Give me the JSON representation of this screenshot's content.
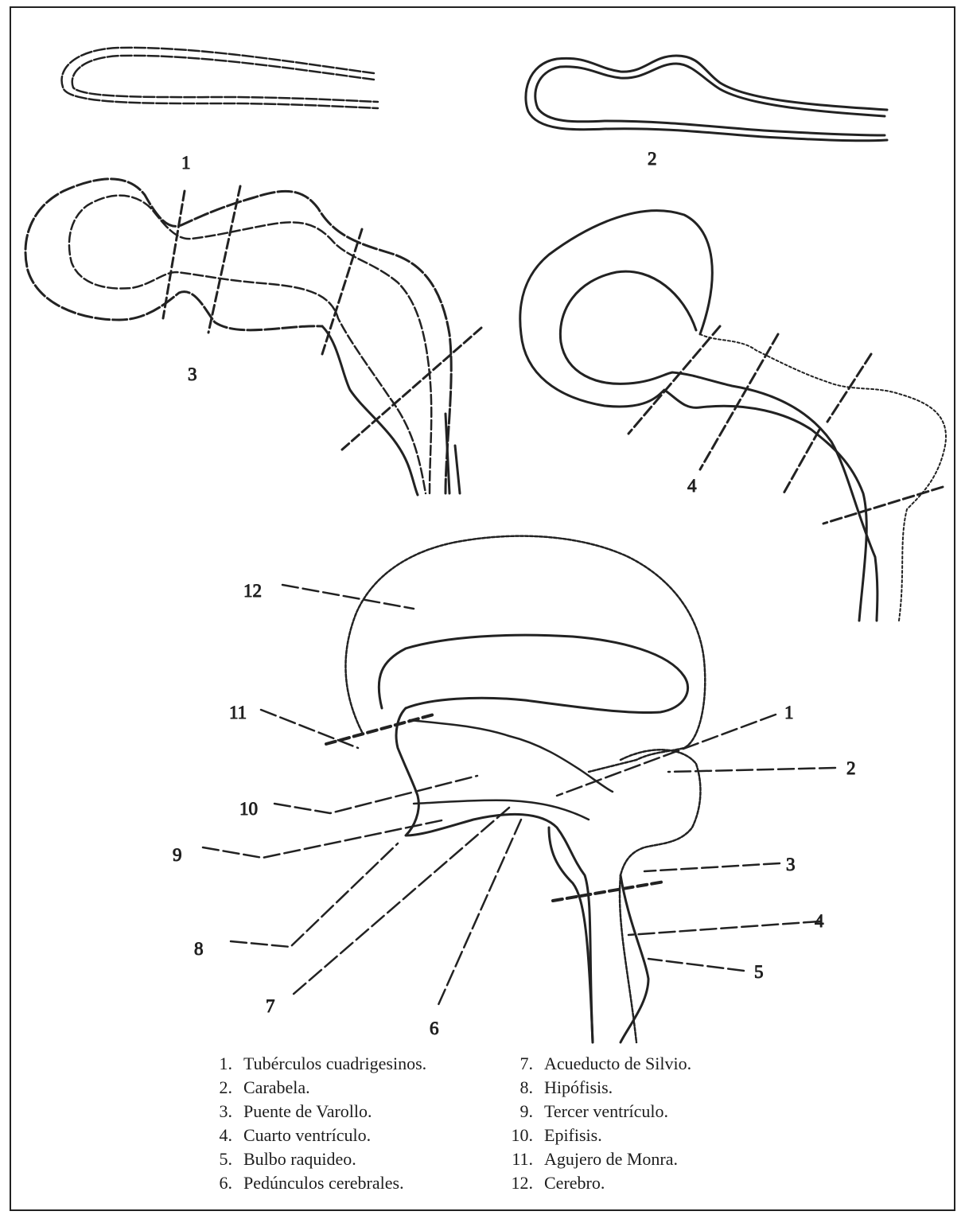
{
  "stage_labels": [
    "1",
    "2",
    "3",
    "4"
  ],
  "callout_numbers": [
    "1",
    "2",
    "3",
    "4",
    "5",
    "6",
    "7",
    "8",
    "9",
    "10",
    "11",
    "12"
  ],
  "legend": {
    "left": [
      {
        "num": "1.",
        "text": "Tubérculos cuadrigesinos."
      },
      {
        "num": "2.",
        "text": "Carabela."
      },
      {
        "num": "3.",
        "text": "Puente de Varollo."
      },
      {
        "num": "4.",
        "text": "Cuarto ventrículo."
      },
      {
        "num": "5.",
        "text": "Bulbo raquideo."
      },
      {
        "num": "6.",
        "text": "Pedúnculos cerebrales."
      }
    ],
    "right": [
      {
        "num": "7.",
        "text": "Acueducto de Silvio."
      },
      {
        "num": "8.",
        "text": "Hipófisis."
      },
      {
        "num": "9.",
        "text": "Tercer ventrículo."
      },
      {
        "num": "10.",
        "text": "Epifisis."
      },
      {
        "num": "11.",
        "text": "Agujero de Monra."
      },
      {
        "num": "12.",
        "text": "Cerebro."
      }
    ]
  }
}
